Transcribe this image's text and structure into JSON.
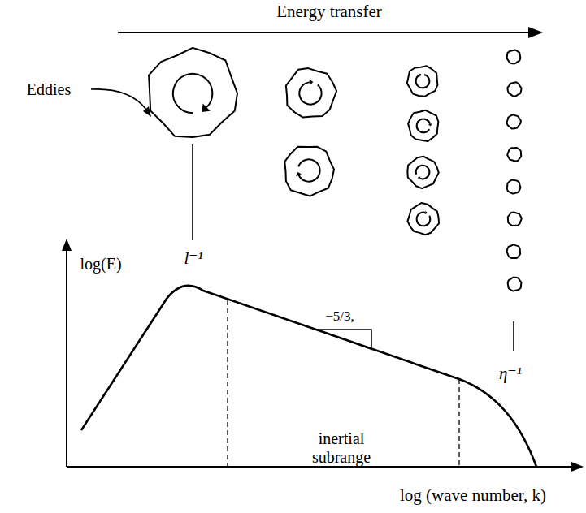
{
  "diagram": {
    "labels": [
      "Energy transfer",
      "Eddies",
      "l⁻¹",
      "log(E)",
      "−5/3,",
      "η⁻¹",
      "inertial subrange",
      "log (wave number, k)"
    ]
  }
}
